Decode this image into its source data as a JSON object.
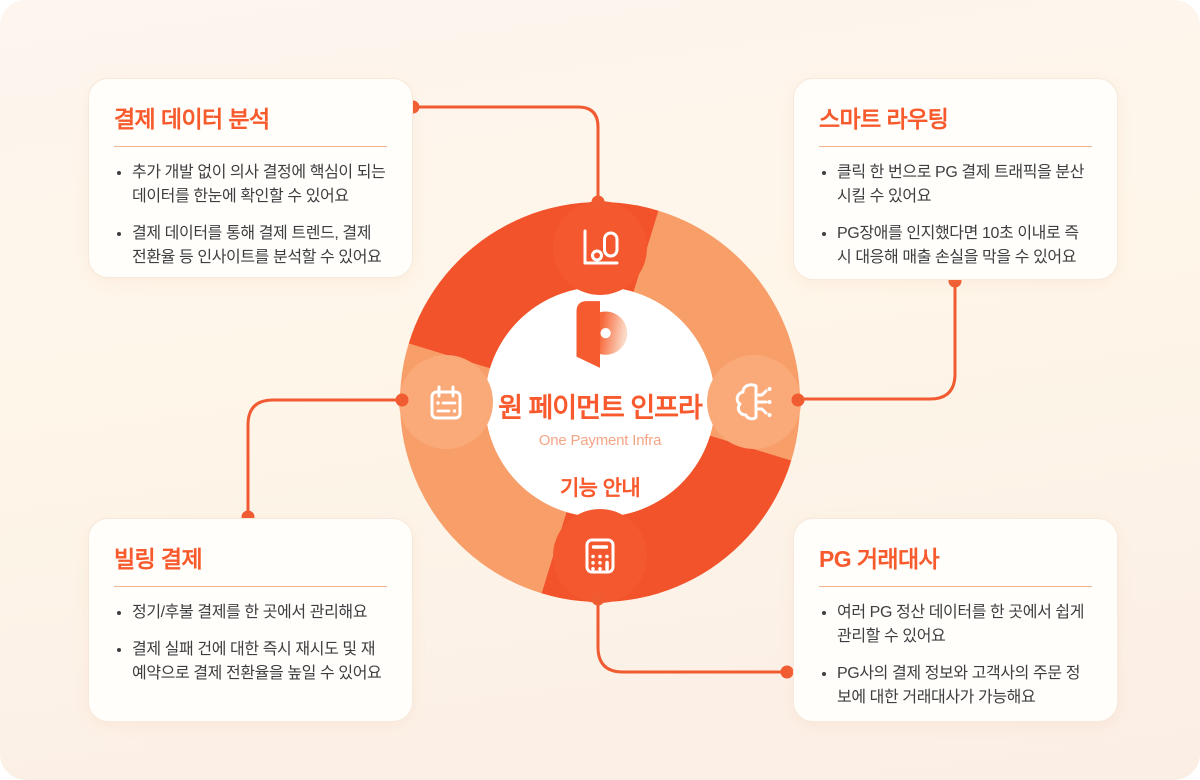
{
  "center": {
    "title": "원 페이먼트 인프라",
    "subtitle": "One Payment Infra",
    "caption": "기능 안내",
    "logo_icon": "portone-logo"
  },
  "cards": [
    {
      "id": "payment-data-analysis",
      "title": "결제 데이터 분석",
      "icon": "bar-chart-icon",
      "bullets": [
        "추가 개발 없이 의사 결정에 핵심이 되는 데이터를 한눈에 확인할 수 있어요",
        "결제 데이터를 통해 결제 트렌드, 결제 전환율 등 인사이트를 분석할 수 있어요"
      ]
    },
    {
      "id": "smart-routing",
      "title": "스마트 라우팅",
      "icon": "smart-routing-brain-icon",
      "bullets": [
        "클릭 한 번으로 PG 결제 트래픽을 분산시킬 수 있어요",
        "PG장애를 인지했다면 10초 이내로 즉시 대응해 매출 손실을 막을 수 있어요"
      ]
    },
    {
      "id": "billing-payment",
      "title": "빌링 결제",
      "icon": "calendar-icon",
      "bullets": [
        "정기/후불 결제를 한 곳에서 관리해요",
        "결제 실패 건에 대한 즉시 재시도 및 재예약으로 결제 전환율을 높일 수 있어요"
      ]
    },
    {
      "id": "pg-reconciliation",
      "title": "PG 거래대사",
      "icon": "calculator-icon",
      "bullets": [
        "여러 PG 정산 데이터를 한 곳에서 쉽게 관리할 수 있어요",
        "PG사의 결제 정보와 고객사의 주문 정보에 대한 거래대사가 가능해요"
      ]
    }
  ],
  "colors": {
    "accent_title": "#F75B2D",
    "ring_dark": "#F2532B",
    "ring_light": "#F89E69",
    "connector": "#F15B31",
    "body_text": "#3E3E40",
    "background_top": "#FDF5EE",
    "background_bottom": "#FBEEE5"
  }
}
